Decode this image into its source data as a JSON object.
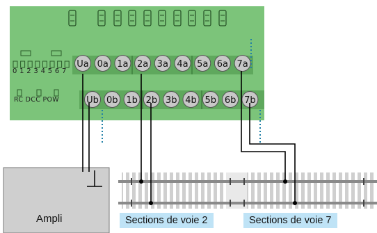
{
  "board": {
    "top_terminals": [
      "Ua",
      "0a",
      "1a",
      "2a",
      "3a",
      "4a",
      "5a",
      "6a",
      "7a"
    ],
    "bottom_terminals": [
      "Ub",
      "0b",
      "1b",
      "2b",
      "3b",
      "4b",
      "5b",
      "6b",
      "7b"
    ],
    "led_digits": "0 1 2 3 4 5 6 7",
    "status_leds": "RC DCC POW",
    "colors": {
      "board": "#7cc47a",
      "terminal_block": "#5fa85d",
      "screw": "#c8c8c8",
      "wire": "#000000",
      "divider": "#1f7fa6"
    }
  },
  "amplifier": {
    "label": "Ampli",
    "ground_icon": "ground-symbol"
  },
  "track": {
    "section_labels": [
      "Sections de voie  2",
      "Sections de voie 7"
    ],
    "label_color": "#bfe3f6"
  }
}
